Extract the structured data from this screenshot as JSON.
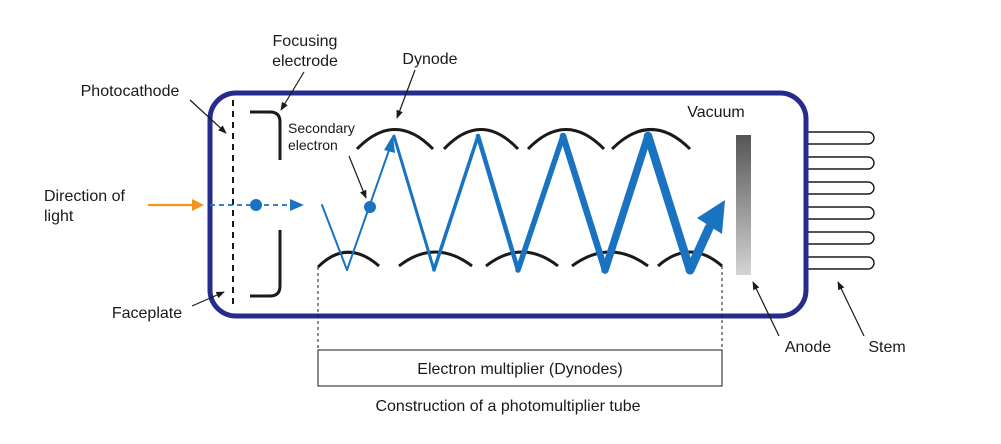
{
  "labels": {
    "focusing_electrode_line1": "Focusing",
    "focusing_electrode_line2": "electrode",
    "dynode": "Dynode",
    "photocathode": "Photocathode",
    "vacuum": "Vacuum",
    "secondary_electron_line1": "Secondary",
    "secondary_electron_line2": "electron",
    "direction_of_light_line1": "Direction of",
    "direction_of_light_line2": "light",
    "faceplate": "Faceplate",
    "anode": "Anode",
    "stem": "Stem",
    "electron_multiplier": "Electron multiplier (Dynodes)",
    "caption": "Construction of a photomultiplier tube"
  },
  "colors": {
    "tube_outline": "#262b8c",
    "electron_path": "#1a73c0",
    "light_arrow": "#f0961e",
    "dynode": "#1a1a1a",
    "anode_dark": "#555555",
    "anode_light": "#cfcfcf"
  }
}
